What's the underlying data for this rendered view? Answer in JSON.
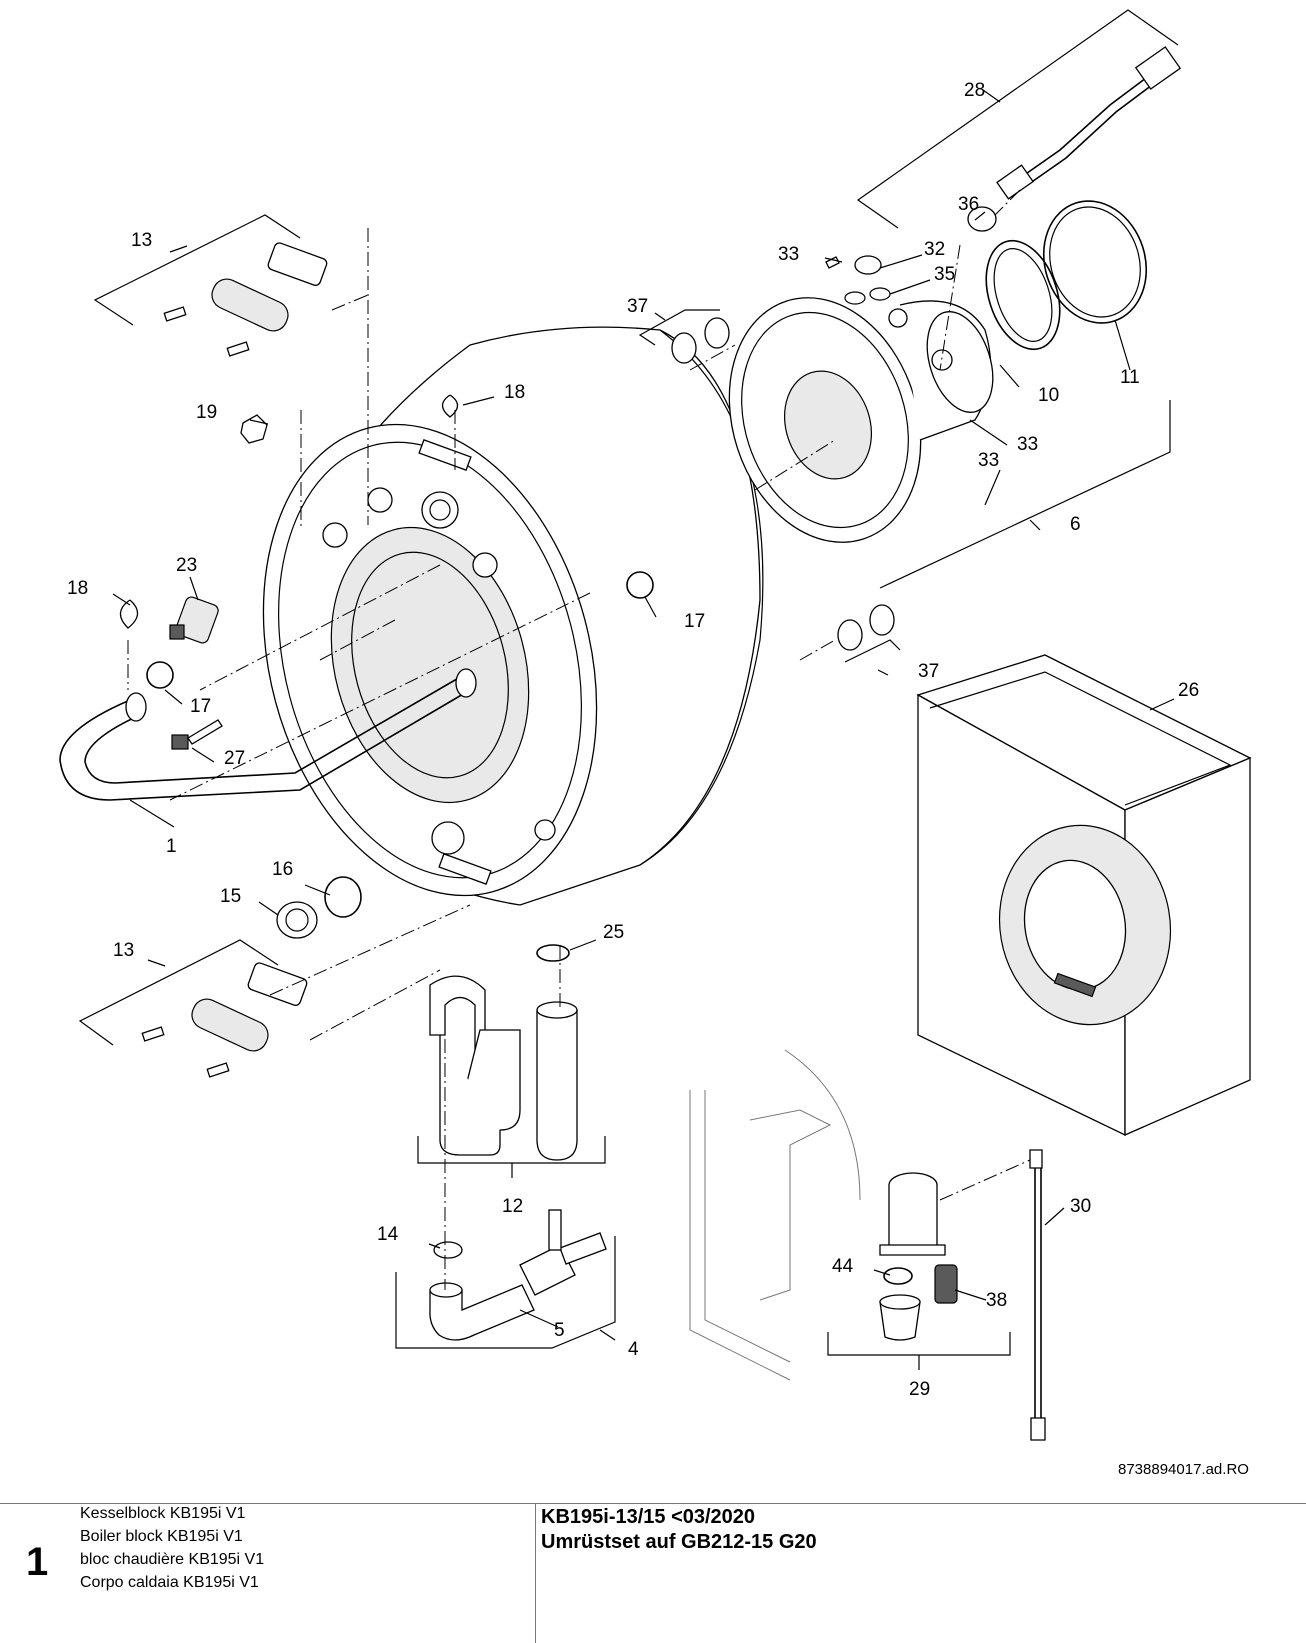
{
  "drawing_id": "8738894017.ad.RO",
  "page_number": "1",
  "descriptions": [
    "Kesselblock KB195i V1",
    "Boiler block KB195i V1",
    "bloc chaudière KB195i V1",
    "Corpo caldaia KB195i V1"
  ],
  "title_line1": "KB195i-13/15 <03/2020",
  "title_line2": "Umrüstset auf GB212-15 G20",
  "callouts": {
    "c1": "1",
    "c4": "4",
    "c5": "5",
    "c6": "6",
    "c10": "10",
    "c11": "11",
    "c12": "12",
    "c13a": "13",
    "c13b": "13",
    "c14": "14",
    "c15": "15",
    "c16": "16",
    "c17a": "17",
    "c17b": "17",
    "c18a": "18",
    "c18b": "18",
    "c19": "19",
    "c23": "23",
    "c25": "25",
    "c26": "26",
    "c27": "27",
    "c28": "28",
    "c29": "29",
    "c30": "30",
    "c32": "32",
    "c33a": "33",
    "c33b": "33",
    "c33c": "33",
    "c35": "35",
    "c36": "36",
    "c37a": "37",
    "c37b": "37",
    "c38": "38",
    "c44": "44"
  }
}
